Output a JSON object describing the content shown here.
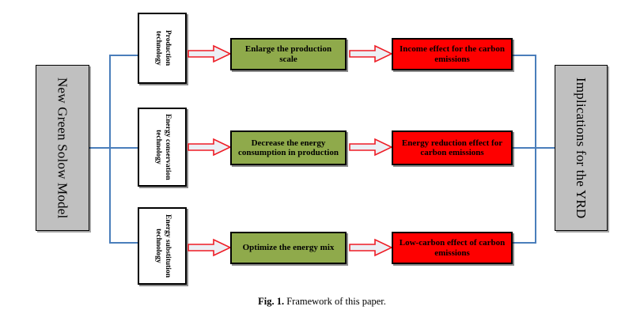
{
  "figure": {
    "caption_number": "Fig. 1.",
    "caption_text": "Framework of this paper.",
    "colors": {
      "gray_box": "#c0c0c0",
      "green_box": "#8faa4b",
      "red_box": "#fe0000",
      "white_box": "#ffffff",
      "connector_blue": "#4a7ebb",
      "arrow_outline_red": "#ee1c25",
      "arrow_fill": "#eceff4",
      "border_black": "#000000"
    }
  },
  "start_node": {
    "label": "New Green Solow Model",
    "orientation": "vertical"
  },
  "end_node": {
    "label": "Implications for the YRD",
    "orientation": "vertical"
  },
  "technologies": [
    {
      "line1": "Production",
      "line2": "technology"
    },
    {
      "line1": "Energy conservation",
      "line2": "technology"
    },
    {
      "line1": "Energy substitution",
      "line2": "technology"
    }
  ],
  "actions": [
    {
      "label": "Enlarge the production scale"
    },
    {
      "label": "Decrease the energy consumption in production"
    },
    {
      "label": "Optimize the energy mix"
    }
  ],
  "effects": [
    {
      "label": "Income effect for the carbon emissions"
    },
    {
      "label": "Energy reduction effect for carbon emissions"
    },
    {
      "label": "Low-carbon effect of carbon emissions"
    }
  ]
}
